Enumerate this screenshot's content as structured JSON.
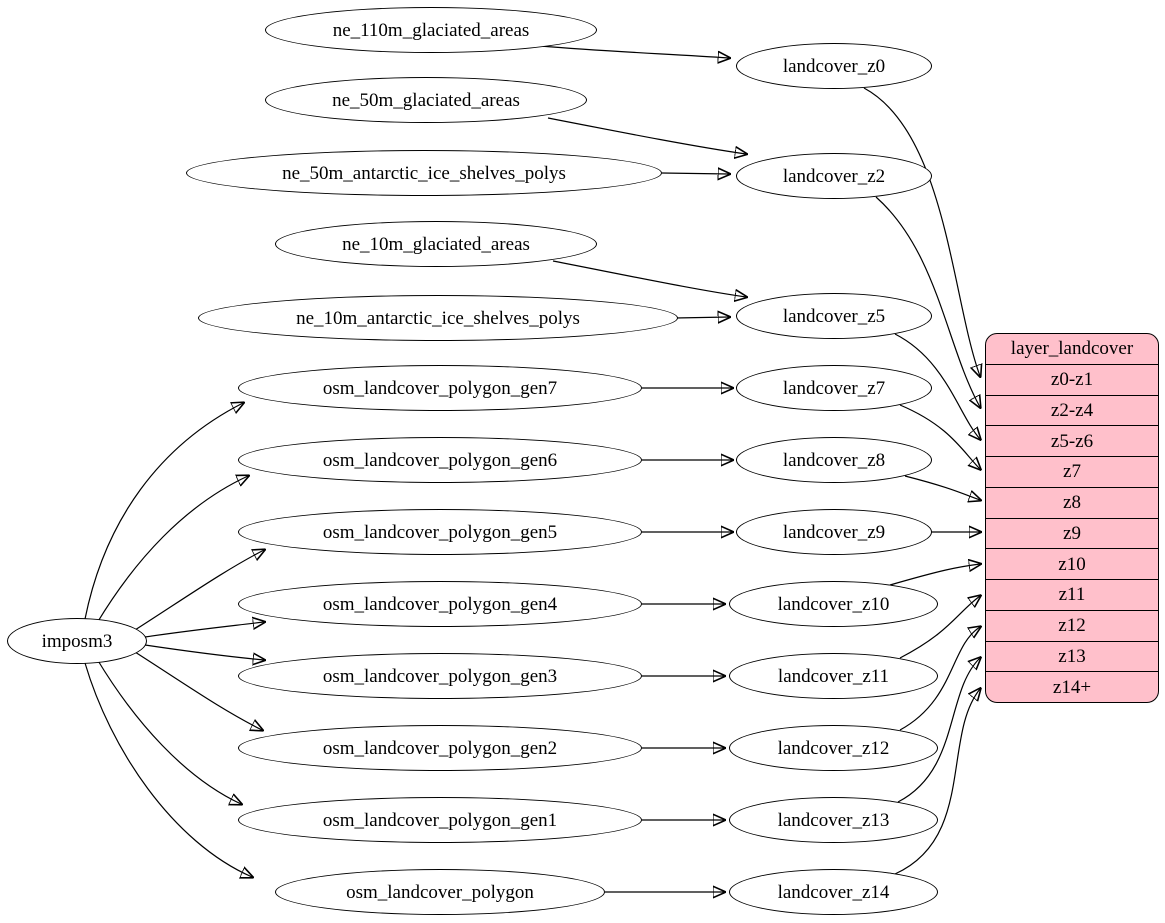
{
  "diagram": {
    "nodes": {
      "root": "imposm3",
      "ne110": "ne_110m_glaciated_areas",
      "ne50g": "ne_50m_glaciated_areas",
      "ne50a": "ne_50m_antarctic_ice_shelves_polys",
      "ne10g": "ne_10m_glaciated_areas",
      "ne10a": "ne_10m_antarctic_ice_shelves_polys",
      "gen7": "osm_landcover_polygon_gen7",
      "gen6": "osm_landcover_polygon_gen6",
      "gen5": "osm_landcover_polygon_gen5",
      "gen4": "osm_landcover_polygon_gen4",
      "gen3": "osm_landcover_polygon_gen3",
      "gen2": "osm_landcover_polygon_gen2",
      "gen1": "osm_landcover_polygon_gen1",
      "poly": "osm_landcover_polygon",
      "z0": "landcover_z0",
      "z2": "landcover_z2",
      "z5": "landcover_z5",
      "z7": "landcover_z7",
      "z8": "landcover_z8",
      "z9": "landcover_z9",
      "z10": "landcover_z10",
      "z11": "landcover_z11",
      "z12": "landcover_z12",
      "z13": "landcover_z13",
      "z14": "landcover_z14"
    },
    "table": {
      "title": "layer_landcover",
      "rows": [
        "z0-z1",
        "z2-z4",
        "z5-z6",
        "z7",
        "z8",
        "z9",
        "z10",
        "z11",
        "z12",
        "z13",
        "z14+"
      ]
    },
    "edges": [
      {
        "from": "imposm3",
        "to": "osm_landcover_polygon_gen7"
      },
      {
        "from": "imposm3",
        "to": "osm_landcover_polygon_gen6"
      },
      {
        "from": "imposm3",
        "to": "osm_landcover_polygon_gen5"
      },
      {
        "from": "imposm3",
        "to": "osm_landcover_polygon_gen4"
      },
      {
        "from": "imposm3",
        "to": "osm_landcover_polygon_gen3"
      },
      {
        "from": "imposm3",
        "to": "osm_landcover_polygon_gen2"
      },
      {
        "from": "imposm3",
        "to": "osm_landcover_polygon_gen1"
      },
      {
        "from": "imposm3",
        "to": "osm_landcover_polygon"
      },
      {
        "from": "ne_110m_glaciated_areas",
        "to": "landcover_z0"
      },
      {
        "from": "ne_50m_glaciated_areas",
        "to": "landcover_z2"
      },
      {
        "from": "ne_50m_antarctic_ice_shelves_polys",
        "to": "landcover_z2"
      },
      {
        "from": "ne_10m_glaciated_areas",
        "to": "landcover_z5"
      },
      {
        "from": "ne_10m_antarctic_ice_shelves_polys",
        "to": "landcover_z5"
      },
      {
        "from": "osm_landcover_polygon_gen7",
        "to": "landcover_z7"
      },
      {
        "from": "osm_landcover_polygon_gen6",
        "to": "landcover_z8"
      },
      {
        "from": "osm_landcover_polygon_gen5",
        "to": "landcover_z9"
      },
      {
        "from": "osm_landcover_polygon_gen4",
        "to": "landcover_z10"
      },
      {
        "from": "osm_landcover_polygon_gen3",
        "to": "landcover_z11"
      },
      {
        "from": "osm_landcover_polygon_gen2",
        "to": "landcover_z12"
      },
      {
        "from": "osm_landcover_polygon_gen1",
        "to": "landcover_z13"
      },
      {
        "from": "osm_landcover_polygon",
        "to": "landcover_z14"
      },
      {
        "from": "landcover_z0",
        "to": "layer_landcover.z0-z1"
      },
      {
        "from": "landcover_z2",
        "to": "layer_landcover.z2-z4"
      },
      {
        "from": "landcover_z5",
        "to": "layer_landcover.z5-z6"
      },
      {
        "from": "landcover_z7",
        "to": "layer_landcover.z7"
      },
      {
        "from": "landcover_z8",
        "to": "layer_landcover.z8"
      },
      {
        "from": "landcover_z9",
        "to": "layer_landcover.z9"
      },
      {
        "from": "landcover_z10",
        "to": "layer_landcover.z10"
      },
      {
        "from": "landcover_z11",
        "to": "layer_landcover.z11"
      },
      {
        "from": "landcover_z12",
        "to": "layer_landcover.z12"
      },
      {
        "from": "landcover_z13",
        "to": "layer_landcover.z13"
      },
      {
        "from": "landcover_z14",
        "to": "layer_landcover.z14+"
      }
    ],
    "colors": {
      "table_fill": "#ffc0cb",
      "node_fill": "#ffffff",
      "stroke": "#000000"
    }
  }
}
